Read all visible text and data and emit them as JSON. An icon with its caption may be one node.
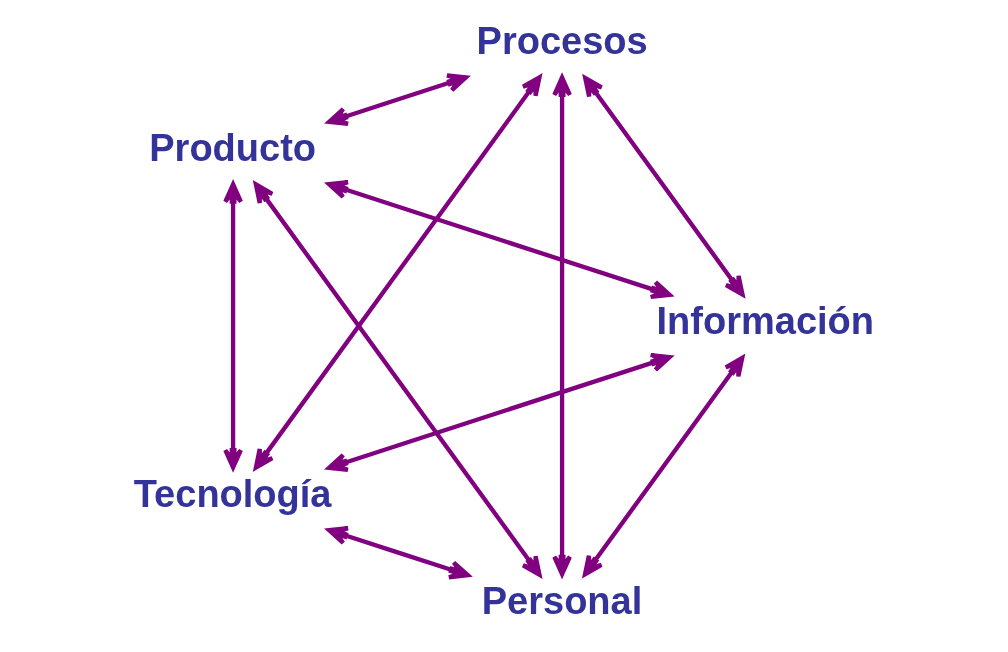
{
  "diagram": {
    "nodes": [
      {
        "text": [
          "Personal"
        ]
      },
      {
        "text": [
          "Información"
        ]
      },
      {
        "text": [
          "Producto"
        ]
      },
      {
        "text": [
          "Procesos"
        ]
      },
      {
        "text": [
          "Tecnología"
        ]
      }
    ],
    "edges": [
      {
        "from": 0,
        "to": 1,
        "arrow": "both"
      },
      {
        "from": 0,
        "to": 2,
        "arrow": "both"
      },
      {
        "from": 0,
        "to": 3,
        "arrow": "both"
      },
      {
        "from": 0,
        "to": 4,
        "arrow": "both"
      },
      {
        "from": 1,
        "to": 2,
        "arrow": "both"
      },
      {
        "from": 1,
        "to": 3,
        "arrow": "both"
      },
      {
        "from": 1,
        "to": 4,
        "arrow": "both"
      },
      {
        "from": 2,
        "to": 3,
        "arrow": "both"
      },
      {
        "from": 2,
        "to": 4,
        "arrow": "both"
      },
      {
        "from": 3,
        "to": 4,
        "arrow": "both"
      }
    ]
  }
}
